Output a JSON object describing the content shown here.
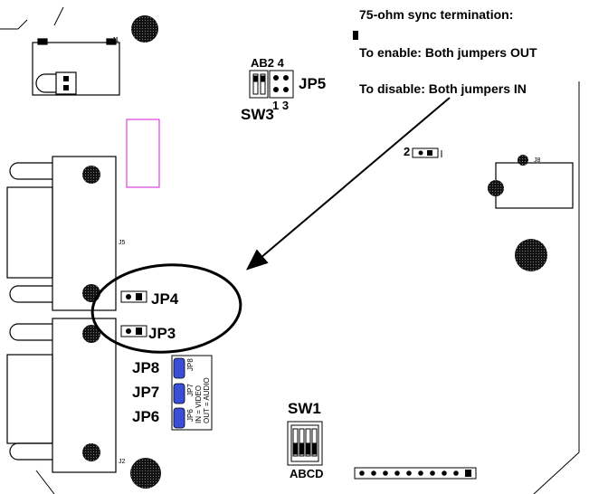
{
  "notes": {
    "title": "75-ohm sync termination:",
    "enable": "To enable: Both jumpers OUT",
    "disable": "To disable: Both jumpers IN"
  },
  "jumpers": {
    "jp5": "JP5",
    "jp5_top_pins": "AB2 4",
    "jp5_bottom_pins": "1 3",
    "sw3": "SW3",
    "jp4": "JP4",
    "jp3": "JP3",
    "jp8": "JP8",
    "jp7": "JP7",
    "jp6": "JP6",
    "sw1": "SW1",
    "sw1_positions": "ABCD",
    "pin_marker": "2"
  },
  "silkscreen": {
    "j1": "J1",
    "j5": "J5",
    "j2": "J2",
    "j8": "J8",
    "jp8_small": "JP8",
    "jp7_small": "JP7",
    "jp6_small": "JP6",
    "video_note": "IN = VIDEO",
    "audio_note": "OUT = AUDIO"
  },
  "colors": {
    "jumper_blue": "#3a4fd8",
    "magenta_outline": "#e040e0",
    "ink": "#000000"
  },
  "icons": {
    "mount_hole": "mount-hole-icon",
    "arrow": "arrow-icon"
  }
}
